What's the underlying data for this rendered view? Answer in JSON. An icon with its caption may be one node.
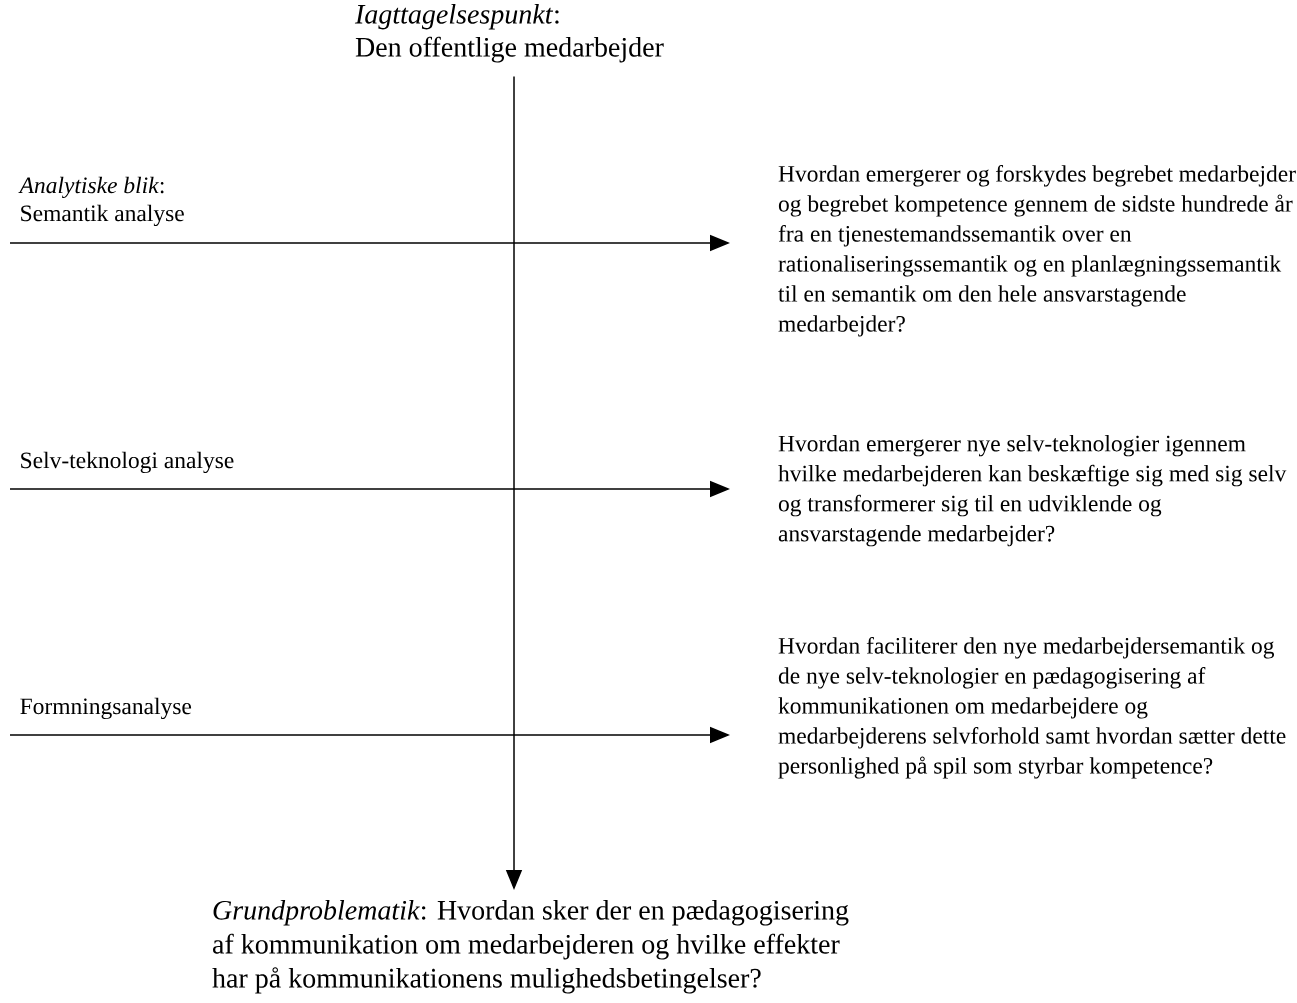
{
  "diagram": {
    "nodes": [
      {
        "text": [
          "*Iagttagelsespunkt*:",
          "Den offentlige medarbejder"
        ]
      },
      {
        "text": [
          "Hvordan emergerer og forskydes begrebet medarbejder og begrebet kompetence gennem de sidste hundrede år fra en tjenestemandssemantik over en rationaliseringssemantik og en planlægningssemantik til en semantik om den hele ansvarstagende medarbejder?"
        ]
      },
      {
        "text": [
          "Hvordan emergerer nye selv-teknologier igennem hvilke medarbejderen kan beskæftige sig med sig selv og transformerer sig til en udviklende og ansvarstagende medarbejder?"
        ]
      },
      {
        "text": [
          "Hvordan faciliterer den nye medarbejdersemantik og de nye selv-teknologier en pædagogisering af kommunikationen om medarbejdere og medarbejderens selvforhold samt hvordan sætter dette personlighed på spil som styrbar kompetence?"
        ]
      },
      {
        "text": [
          "*Grundproblematik*: Hvordan sker der en pædagogisering af kommunikation om medarbejderen og hvilke effekter har på kommunikationens mulighedsbetingelser?"
        ]
      }
    ],
    "edges": [
      {
        "from": 0,
        "to": 4,
        "arrow": "to"
      },
      {
        "from": null,
        "to": 1,
        "arrow": "to",
        "label": "Semantik analyse"
      },
      {
        "from": null,
        "to": 2,
        "arrow": "to",
        "label": "Selv-teknologi analyse"
      },
      {
        "from": null,
        "to": 3,
        "arrow": "to",
        "label": "Formningsanalyse"
      }
    ],
    "labels": [
      "*Analytiske blik*:"
    ]
  }
}
